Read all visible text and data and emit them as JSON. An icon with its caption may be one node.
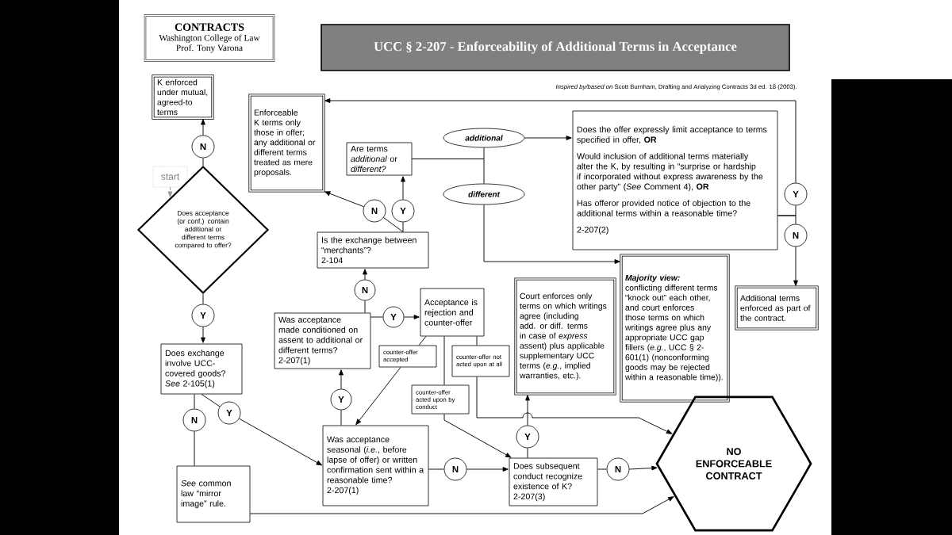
{
  "diagram": {
    "title": "UCC § 2-207 - Enforceability of Additional Terms in Acceptance",
    "nodes": [
      {
        "text": [
          "CONTRACTS",
          "Washington College of Law",
          "Prof. Tony Varona"
        ]
      },
      {
        "text": [
          "K enforced under mutual, agreed-to terms"
        ]
      },
      {
        "text": [
          "N"
        ]
      },
      {
        "text": [
          "start"
        ]
      },
      {
        "text": [
          "Does acceptance (or conf.) contain additional or different terms compared to offer?"
        ]
      },
      {
        "text": [
          "Y"
        ]
      },
      {
        "text": [
          "Does exchange involve UCC-covered goods?",
          "*See* 2-105(1)"
        ]
      },
      {
        "text": [
          "N"
        ]
      },
      {
        "text": [
          "Y"
        ]
      },
      {
        "text": [
          "*See* common law “mirror image” rule."
        ]
      },
      {
        "text": [
          "Enforceable K terms only those in offer; any additional or different terms treated as mere proposals."
        ]
      },
      {
        "text": [
          "Are terms *additional* or *different?*"
        ]
      },
      {
        "text": [
          "N"
        ]
      },
      {
        "text": [
          "Y"
        ]
      },
      {
        "text": [
          "Is the exchange between “merchants”?",
          "2-104"
        ]
      },
      {
        "text": [
          "additional"
        ]
      },
      {
        "text": [
          "different"
        ]
      },
      {
        "text": [
          "Does the offer expressly limit acceptance to terms specified in offer, **OR**",
          "Would inclusion of additional terms materially alter the K, by resulting in “surprise or hardship if incorporated without express awareness by the other party” (*See* Comment 4), **OR**",
          "Has offeror provided notice of objection to the additional terms within a reasonable time?",
          "2-207(2)"
        ]
      },
      {
        "text": [
          "Y"
        ]
      },
      {
        "text": [
          "N"
        ]
      },
      {
        "text": [
          "Additional terms enforced as part of the contract."
        ]
      },
      {
        "text": [
          "Majority view:",
          "conflicting different terms “knock out” each other, and court enforces those terms on which writings agree plus any appropriate UCC gap fillers (*e.g.*, UCC § 2-601(1) (nonconforming goods may be rejected within a reasonable time))."
        ]
      },
      {
        "text": [
          "Court enforces only terms on which writings agree (including add. or diff. terms in case of *express* assent) plus applicable supplementary UCC terms (*e.g.*, implied warranties, etc.)."
        ]
      },
      {
        "text": [
          "Acceptance is rejection and counter-offer"
        ]
      },
      {
        "text": [
          "N"
        ]
      },
      {
        "text": [
          "Y"
        ]
      },
      {
        "text": [
          "Was acceptance made conditioned on assent to additional or different terms?",
          "2-207(1)"
        ]
      },
      {
        "text": [
          "counter-offer accepted"
        ]
      },
      {
        "text": [
          "counter-offer not acted upon at all"
        ]
      },
      {
        "text": [
          "counter-offer acted upon by conduct"
        ]
      },
      {
        "text": [
          "Y"
        ]
      },
      {
        "text": [
          "Was acceptance seasonal (*i.e.*, before lapse of offer) or written confirmation sent within a reasonable time?",
          "2-207(1)"
        ]
      },
      {
        "text": [
          "N"
        ]
      },
      {
        "text": [
          "Y"
        ]
      },
      {
        "text": [
          "Does subsequent conduct recognize existence of K?",
          "2-207(3)"
        ]
      },
      {
        "text": [
          "N"
        ]
      },
      {
        "text": [
          "NO ENFORCEABLE CONTRACT"
        ]
      }
    ],
    "edges": [
      {
        "from": 4,
        "to": 2,
        "arrow": "none"
      },
      {
        "from": 2,
        "to": 1,
        "arrow": "to"
      },
      {
        "from": 3,
        "to": 4,
        "arrow": "to",
        "style": "dashed",
        "color": "#999999"
      },
      {
        "from": 4,
        "to": 5,
        "arrow": "none"
      },
      {
        "from": 5,
        "to": 6,
        "arrow": "to"
      },
      {
        "from": 6,
        "to": 7,
        "arrow": "none"
      },
      {
        "from": 7,
        "to": 9,
        "arrow": "none"
      },
      {
        "from": 6,
        "to": 8,
        "arrow": "none"
      },
      {
        "from": 8,
        "to": 31,
        "arrow": "to"
      },
      {
        "from": 9,
        "to": 36,
        "arrow": "to"
      },
      {
        "from": 31,
        "to": 30,
        "arrow": "none"
      },
      {
        "from": 30,
        "to": 26,
        "arrow": "to"
      },
      {
        "from": 26,
        "to": 24,
        "arrow": "none"
      },
      {
        "from": 24,
        "to": 14,
        "arrow": "to"
      },
      {
        "from": 26,
        "to": 25,
        "arrow": "none"
      },
      {
        "from": 25,
        "to": 23,
        "arrow": "to"
      },
      {
        "from": 14,
        "to": 12,
        "arrow": "none"
      },
      {
        "from": 12,
        "to": 10,
        "arrow": "to"
      },
      {
        "from": 14,
        "to": 13,
        "arrow": "none"
      },
      {
        "from": 13,
        "to": 11,
        "arrow": "to"
      },
      {
        "from": 11,
        "to": 15,
        "arrow": "none"
      },
      {
        "from": 11,
        "to": 16,
        "arrow": "none"
      },
      {
        "from": 15,
        "to": 17,
        "arrow": "to"
      },
      {
        "from": 16,
        "to": 21,
        "arrow": "to"
      },
      {
        "from": 17,
        "to": 18,
        "arrow": "none"
      },
      {
        "from": 18,
        "to": 10,
        "arrow": "to"
      },
      {
        "from": 17,
        "to": 19,
        "arrow": "none"
      },
      {
        "from": 19,
        "to": 20,
        "arrow": "to"
      },
      {
        "from": 23,
        "to": 27,
        "arrow": "none"
      },
      {
        "from": 27,
        "to": 31,
        "arrow": "to"
      },
      {
        "from": 23,
        "to": 29,
        "arrow": "none"
      },
      {
        "from": 29,
        "to": 34,
        "arrow": "to"
      },
      {
        "from": 23,
        "to": 28,
        "arrow": "none"
      },
      {
        "from": 28,
        "to": 36,
        "arrow": "to"
      },
      {
        "from": 31,
        "to": 32,
        "arrow": "none"
      },
      {
        "from": 32,
        "to": 34,
        "arrow": "to"
      },
      {
        "from": 34,
        "to": 33,
        "arrow": "none"
      },
      {
        "from": 33,
        "to": 22,
        "arrow": "to"
      },
      {
        "from": 34,
        "to": 35,
        "arrow": "none"
      },
      {
        "from": 35,
        "to": 36,
        "arrow": "to"
      }
    ],
    "labels": [
      "*Inspired by/based on* Scott Burnham, Drafting and Analyzing Contracts 3d ed. 18 (2003)."
    ]
  }
}
